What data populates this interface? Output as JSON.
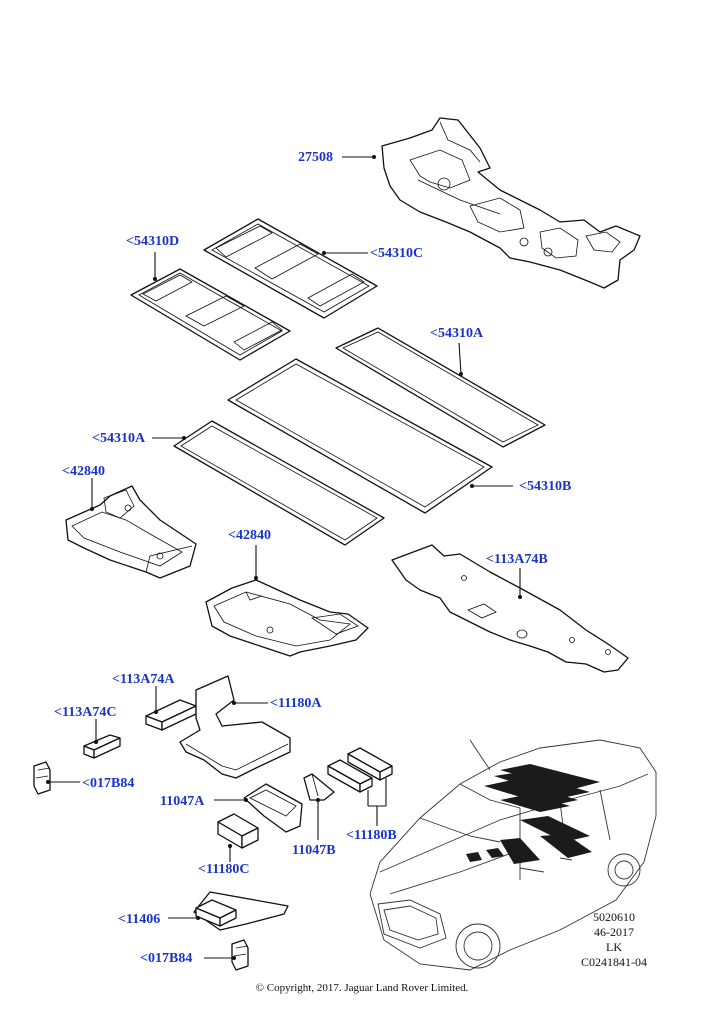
{
  "labels": {
    "p27508": "27508",
    "p54310D": "<54310D",
    "p54310C": "<54310C",
    "p54310A_top": "<54310A",
    "p54310A_left": "<54310A",
    "p54310B": "<54310B",
    "p42840_left": "<42840",
    "p42840_mid": "<42840",
    "p113A74B": "<113A74B",
    "p113A74A": "<113A74A",
    "p11180A": "<11180A",
    "p113A74C": "<113A74C",
    "p017B84_top": "<017B84",
    "p11047A": "11047A",
    "p11047B": "11047B",
    "p11180B": "<11180B",
    "p11180C": "<11180C",
    "p11406": "<11406",
    "p017B84_bottom": "<017B84"
  },
  "meta": {
    "line1": "5020610",
    "line2": "46-2017",
    "line3": "LK",
    "line4": "C0241841-04"
  },
  "copyright": "© Copyright, 2017. Jaguar Land Rover Limited.",
  "colors": {
    "label": "#1a34c8",
    "line": "#111111"
  }
}
